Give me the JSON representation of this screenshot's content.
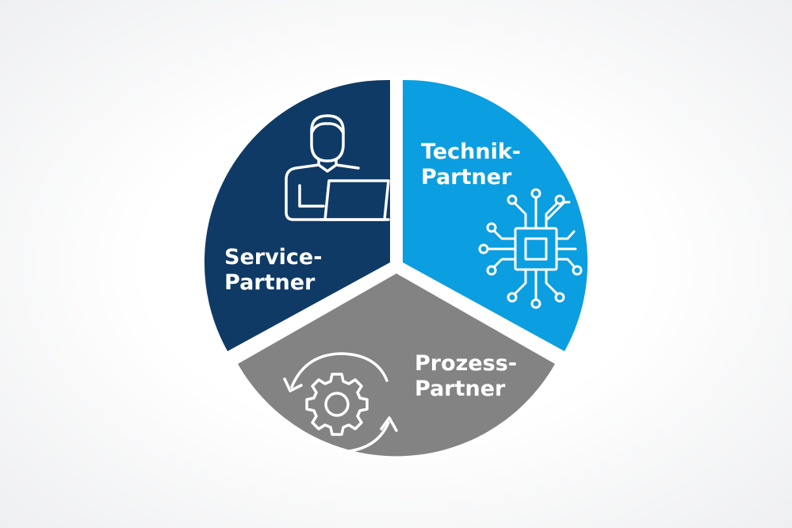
{
  "diagram": {
    "segments": [
      {
        "id": "service",
        "line1": "Service-",
        "line2": "Partner",
        "color": "#0f3a66",
        "icon": "user-laptop-icon"
      },
      {
        "id": "technik",
        "line1": "Technik-",
        "line2": "Partner",
        "color": "#0b9ee0",
        "icon": "circuit-chip-icon"
      },
      {
        "id": "prozess",
        "line1": "Prozess-",
        "line2": "Partner",
        "color": "#838383",
        "icon": "gear-cycle-icon"
      }
    ],
    "background_color": "#ffffff",
    "icon_color": "#ffffff"
  }
}
